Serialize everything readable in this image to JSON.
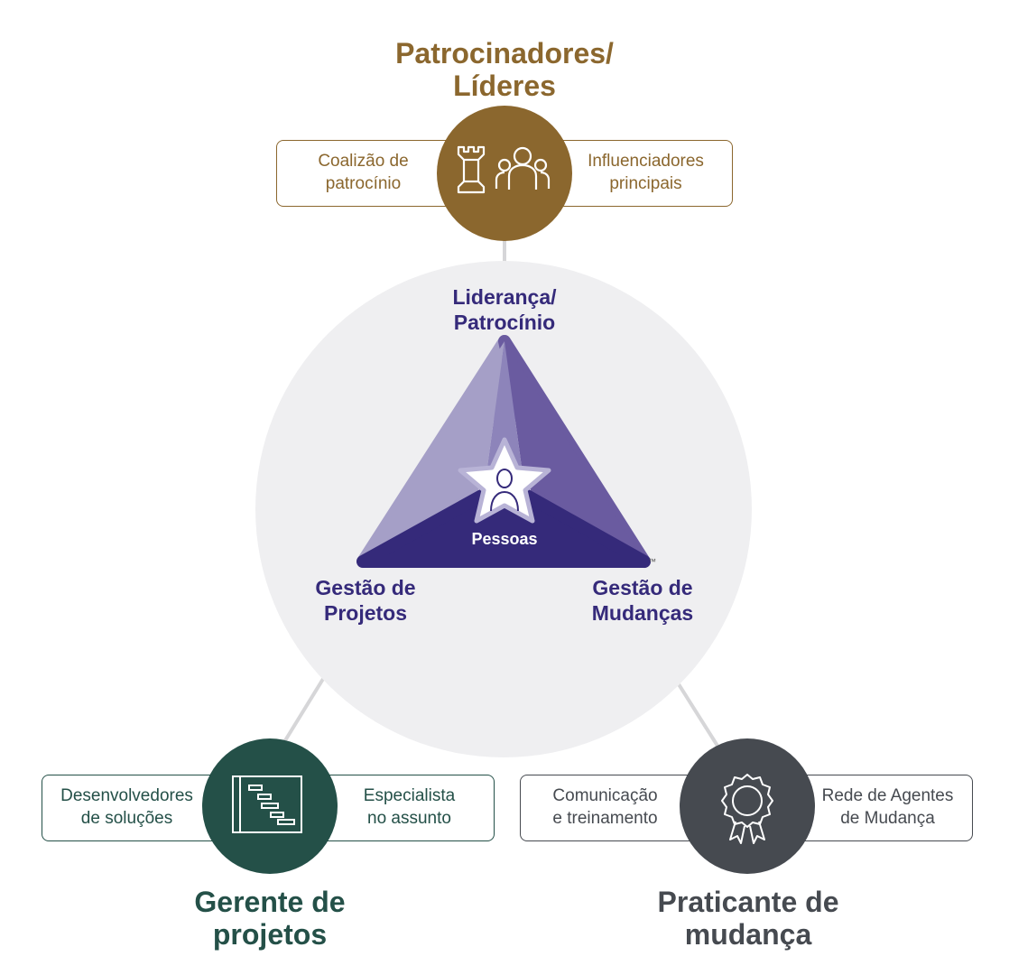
{
  "colors": {
    "sponsor": "#8b672e",
    "project": "#245048",
    "change": "#464a50",
    "center_bg": "#efeff1",
    "triangle_dark": "#352a7a",
    "connector": "#d6d6d8"
  },
  "top": {
    "title": "Patrocinadores/\nLíderes",
    "left_item": "Coalizão de\npatrocínio",
    "right_item": "Influenciadores\nprincipais",
    "icons": [
      "chess-rook-icon",
      "people-group-icon"
    ]
  },
  "center": {
    "top_label": "Liderança/\nPatrocínio",
    "left_label": "Gestão de\nProjetos",
    "right_label": "Gestão de\nMudanças",
    "core_label": "Pessoas",
    "trademark": "™",
    "icons": [
      "star-person-icon"
    ]
  },
  "bottom_left": {
    "title": "Gerente de\nprojetos",
    "left_item": "Desenvolvedores\nde soluções",
    "right_item": "Especialista\nno assunto",
    "icons": [
      "gantt-chart-icon"
    ]
  },
  "bottom_right": {
    "title": "Praticante de\nmudança",
    "left_item": "Comunicação\ne treinamento",
    "right_item": "Rede de Agentes\nde Mudança",
    "icons": [
      "award-ribbon-icon"
    ]
  }
}
